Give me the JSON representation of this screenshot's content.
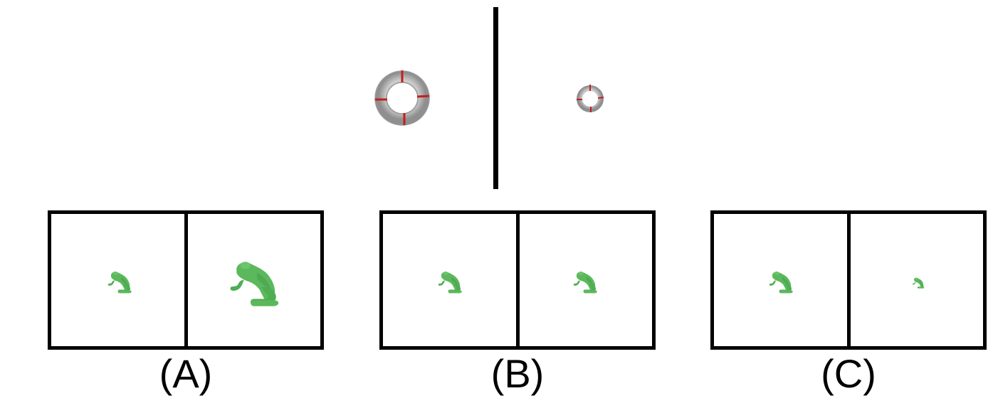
{
  "colors": {
    "ring_body": "#c9c9c9",
    "ring_shade": "#8f8f8f",
    "ring_marker": "#c41e1e",
    "frog": "#5cb85c",
    "frog_shade": "#3f9a45",
    "line": "#000000"
  },
  "groups": [
    {
      "id": "A",
      "caption": "(A)",
      "left_object": "frog",
      "right_object": "frog"
    },
    {
      "id": "B",
      "caption": "(B)",
      "left_object": "frog",
      "right_object": "frog"
    },
    {
      "id": "C",
      "caption": "(C)",
      "left_object": "frog",
      "right_object": "frog"
    }
  ]
}
